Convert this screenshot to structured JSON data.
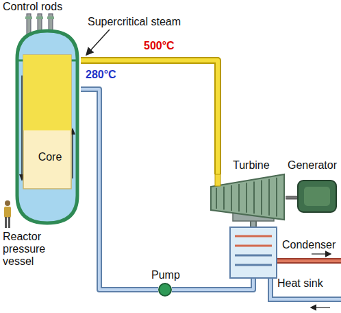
{
  "diagram": {
    "nodes": [
      {
        "text": [
          "Reactor pressure vessel"
        ]
      },
      {
        "text": [
          "Core"
        ],
        "in": 0
      },
      {
        "text": [
          "Turbine"
        ]
      },
      {
        "text": [
          "Generator"
        ]
      },
      {
        "text": [
          "Condenser"
        ]
      },
      {
        "text": [
          "Pump"
        ]
      }
    ],
    "edges": [
      {
        "from": 0,
        "to": 2,
        "arrow": "none"
      },
      {
        "from": 2,
        "to": 3,
        "arrow": "none"
      },
      {
        "from": 2,
        "to": 4,
        "arrow": "none"
      },
      {
        "from": 4,
        "to": 5,
        "arrow": "none"
      },
      {
        "from": 5,
        "to": 0,
        "arrow": "none"
      }
    ],
    "labels": [
      "Control rods",
      "Supercritical steam",
      "500°C",
      "280°C",
      "Heat sink"
    ]
  }
}
